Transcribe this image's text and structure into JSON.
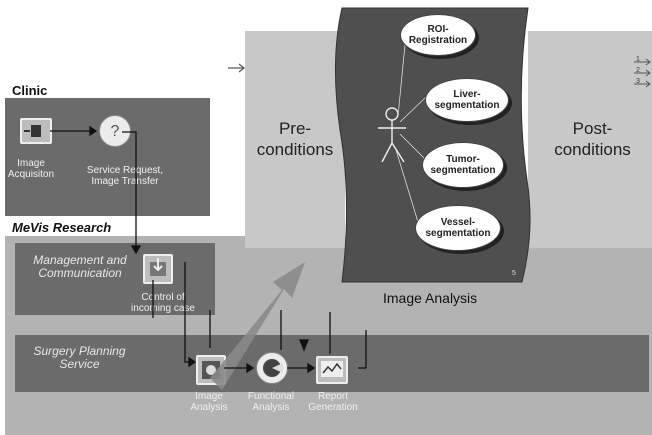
{
  "clinic": {
    "header": "Clinic",
    "nodes": [
      {
        "label_1": "Image",
        "label_2": "Acquisiton"
      },
      {
        "label_1": "Service Request,",
        "label_2": "Image Transfer"
      }
    ]
  },
  "mevis": {
    "header": "MeVis Research",
    "management": {
      "title_1": "Management and",
      "title_2": "Communication",
      "node_1": "Control of",
      "node_2": "incoming case"
    },
    "surgery": {
      "title_1": "Surgery Planning",
      "title_2": "Service",
      "nodes": [
        {
          "label_1": "Image",
          "label_2": "Analysis"
        },
        {
          "label_1": "Functional",
          "label_2": "Analysis"
        },
        {
          "label_1": "Report",
          "label_2": "Generation"
        }
      ]
    }
  },
  "detail": {
    "pre_1": "Pre-",
    "pre_2": "conditions",
    "post_1": "Post-",
    "post_2": "conditions",
    "caption": "Image Analysis",
    "use_cases": [
      {
        "line_1": "ROI-",
        "line_2": "Registration"
      },
      {
        "line_1": "Liver-",
        "line_2": "segmentation"
      },
      {
        "line_1": "Tumor-",
        "line_2": "segmentation"
      },
      {
        "line_1": "Vessel-",
        "line_2": "segmentation"
      }
    ],
    "out_numbers": [
      "1",
      "2",
      "3"
    ],
    "page_mark": "5"
  },
  "colors": {
    "dark_panel": "#6b6b6b",
    "light_panel": "#b3b3b3",
    "use_case_band": "#4f4f4f",
    "condition_box": "#c8c8c8"
  }
}
